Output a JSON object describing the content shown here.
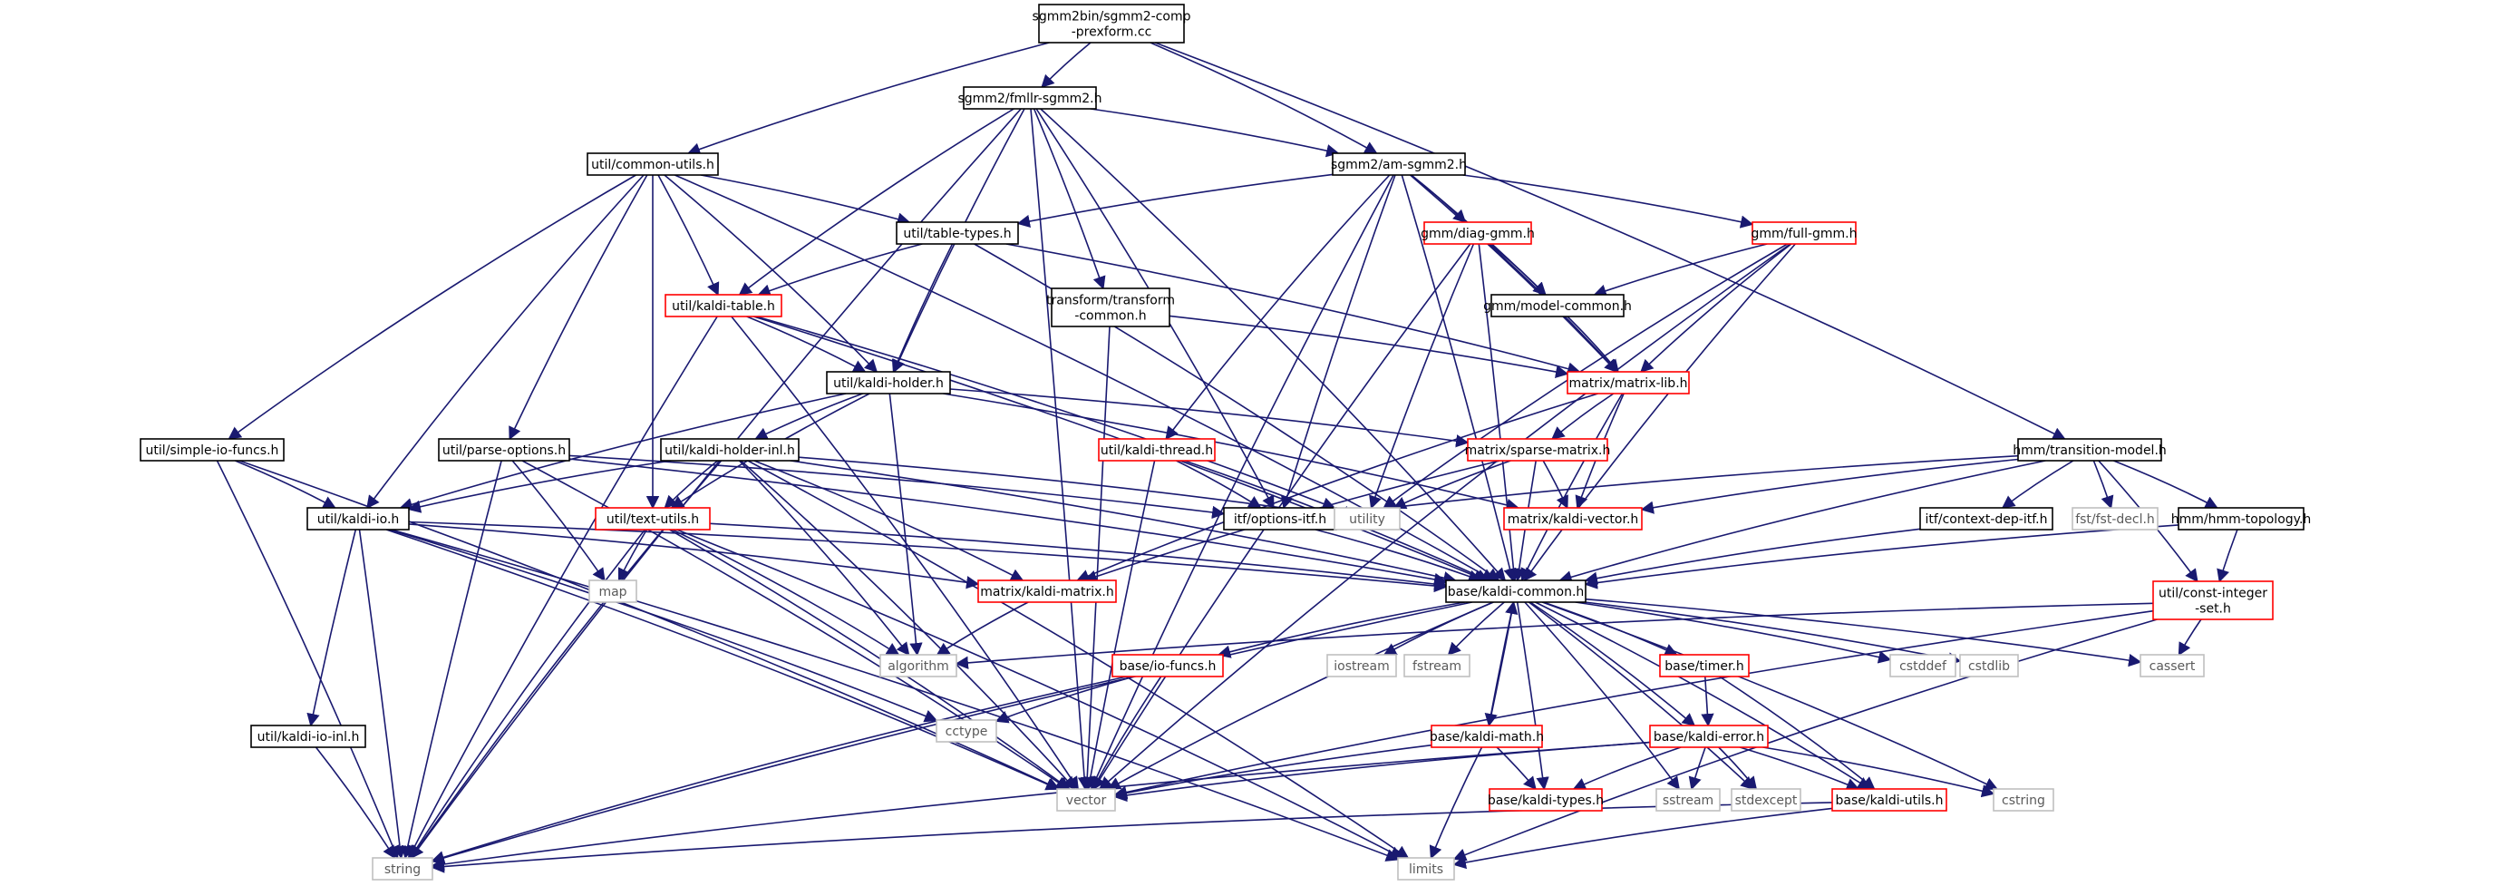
{
  "colors": {
    "edge": "#191970",
    "root_fill": "#bfbfbf",
    "root_stroke": "#000000",
    "documented_stroke": "#000000",
    "truncated_stroke": "#ff0000",
    "system_stroke": "#bfbfbf",
    "label": "#000000",
    "system_label": "#5a5a5a"
  },
  "nodes": {
    "sgmm2_comp_prexform": {
      "label": [
        "sgmm2bin/sgmm2-comp",
        "-prexform.cc"
      ],
      "kind": "root"
    },
    "fmllr_sgmm2": {
      "label": [
        "sgmm2/fmllr-sgmm2.h"
      ],
      "kind": "doc"
    },
    "am_sgmm2": {
      "label": [
        "sgmm2/am-sgmm2.h"
      ],
      "kind": "doc"
    },
    "common_utils": {
      "label": [
        "util/common-utils.h"
      ],
      "kind": "doc"
    },
    "table_types": {
      "label": [
        "util/table-types.h"
      ],
      "kind": "doc"
    },
    "kaldi_table": {
      "label": [
        "util/kaldi-table.h"
      ],
      "kind": "trunc"
    },
    "transform_common": {
      "label": [
        "transform/transform",
        "-common.h"
      ],
      "kind": "doc"
    },
    "kaldi_holder": {
      "label": [
        "util/kaldi-holder.h"
      ],
      "kind": "doc"
    },
    "diag_gmm": {
      "label": [
        "gmm/diag-gmm.h"
      ],
      "kind": "trunc"
    },
    "model_common": {
      "label": [
        "gmm/model-common.h"
      ],
      "kind": "doc"
    },
    "full_gmm": {
      "label": [
        "gmm/full-gmm.h"
      ],
      "kind": "trunc"
    },
    "matrix_lib": {
      "label": [
        "matrix/matrix-lib.h"
      ],
      "kind": "trunc"
    },
    "simple_io_funcs": {
      "label": [
        "util/simple-io-funcs.h"
      ],
      "kind": "doc"
    },
    "parse_options": {
      "label": [
        "util/parse-options.h"
      ],
      "kind": "doc"
    },
    "kaldi_holder_inl": {
      "label": [
        "util/kaldi-holder-inl.h"
      ],
      "kind": "doc"
    },
    "kaldi_thread": {
      "label": [
        "util/kaldi-thread.h"
      ],
      "kind": "trunc"
    },
    "sparse_matrix": {
      "label": [
        "matrix/sparse-matrix.h"
      ],
      "kind": "trunc"
    },
    "transition_model": {
      "label": [
        "hmm/transition-model.h"
      ],
      "kind": "doc"
    },
    "kaldi_io": {
      "label": [
        "util/kaldi-io.h"
      ],
      "kind": "doc"
    },
    "text_utils": {
      "label": [
        "util/text-utils.h"
      ],
      "kind": "trunc"
    },
    "options_itf": {
      "label": [
        "itf/options-itf.h"
      ],
      "kind": "doc"
    },
    "utility": {
      "label": [
        "utility"
      ],
      "kind": "sys"
    },
    "kaldi_vector": {
      "label": [
        "matrix/kaldi-vector.h"
      ],
      "kind": "trunc"
    },
    "context_dep_itf": {
      "label": [
        "itf/context-dep-itf.h"
      ],
      "kind": "doc"
    },
    "fst_decl": {
      "label": [
        "fst/fst-decl.h"
      ],
      "kind": "sys"
    },
    "hmm_topology": {
      "label": [
        "hmm/hmm-topology.h"
      ],
      "kind": "doc"
    },
    "map": {
      "label": [
        "map"
      ],
      "kind": "sys"
    },
    "kaldi_matrix": {
      "label": [
        "matrix/kaldi-matrix.h"
      ],
      "kind": "trunc"
    },
    "kaldi_common": {
      "label": [
        "base/kaldi-common.h"
      ],
      "kind": "doc"
    },
    "const_integer_set": {
      "label": [
        "util/const-integer",
        "-set.h"
      ],
      "kind": "trunc"
    },
    "algorithm": {
      "label": [
        "algorithm"
      ],
      "kind": "sys"
    },
    "iostream": {
      "label": [
        "iostream"
      ],
      "kind": "sys"
    },
    "fstream": {
      "label": [
        "fstream"
      ],
      "kind": "sys"
    },
    "cstddef": {
      "label": [
        "cstddef"
      ],
      "kind": "sys"
    },
    "cstdlib": {
      "label": [
        "cstdlib"
      ],
      "kind": "sys"
    },
    "cassert": {
      "label": [
        "cassert"
      ],
      "kind": "sys"
    },
    "io_funcs": {
      "label": [
        "base/io-funcs.h"
      ],
      "kind": "trunc"
    },
    "timer": {
      "label": [
        "base/timer.h"
      ],
      "kind": "trunc"
    },
    "cctype": {
      "label": [
        "cctype"
      ],
      "kind": "sys"
    },
    "kaldi_io_inl": {
      "label": [
        "util/kaldi-io-inl.h"
      ],
      "kind": "doc"
    },
    "kaldi_math": {
      "label": [
        "base/kaldi-math.h"
      ],
      "kind": "trunc"
    },
    "kaldi_error": {
      "label": [
        "base/kaldi-error.h"
      ],
      "kind": "trunc"
    },
    "vector": {
      "label": [
        "vector"
      ],
      "kind": "sys"
    },
    "kaldi_types": {
      "label": [
        "base/kaldi-types.h"
      ],
      "kind": "trunc"
    },
    "sstream": {
      "label": [
        "sstream"
      ],
      "kind": "sys"
    },
    "stdexcept": {
      "label": [
        "stdexcept"
      ],
      "kind": "sys"
    },
    "kaldi_utils": {
      "label": [
        "base/kaldi-utils.h"
      ],
      "kind": "trunc"
    },
    "cstring": {
      "label": [
        "cstring"
      ],
      "kind": "sys"
    },
    "string": {
      "label": [
        "string"
      ],
      "kind": "sys"
    },
    "limits": {
      "label": [
        "limits"
      ],
      "kind": "sys"
    }
  },
  "edges": [
    [
      "sgmm2_comp_prexform",
      "fmllr_sgmm2"
    ],
    [
      "sgmm2_comp_prexform",
      "am_sgmm2"
    ],
    [
      "sgmm2_comp_prexform",
      "common_utils"
    ],
    [
      "sgmm2_comp_prexform",
      "transition_model"
    ],
    [
      "fmllr_sgmm2",
      "am_sgmm2"
    ],
    [
      "fmllr_sgmm2",
      "transform_common"
    ],
    [
      "fmllr_sgmm2",
      "kaldi_table"
    ],
    [
      "fmllr_sgmm2",
      "kaldi_holder"
    ],
    [
      "fmllr_sgmm2",
      "options_itf"
    ],
    [
      "fmllr_sgmm2",
      "kaldi_common"
    ],
    [
      "fmllr_sgmm2",
      "string"
    ],
    [
      "fmllr_sgmm2",
      "vector"
    ],
    [
      "am_sgmm2",
      "table_types"
    ],
    [
      "am_sgmm2",
      "diag_gmm"
    ],
    [
      "am_sgmm2",
      "model_common"
    ],
    [
      "am_sgmm2",
      "full_gmm"
    ],
    [
      "am_sgmm2",
      "matrix_lib"
    ],
    [
      "am_sgmm2",
      "kaldi_thread"
    ],
    [
      "am_sgmm2",
      "options_itf"
    ],
    [
      "am_sgmm2",
      "kaldi_common"
    ],
    [
      "am_sgmm2",
      "vector"
    ],
    [
      "common_utils",
      "table_types"
    ],
    [
      "common_utils",
      "kaldi_table"
    ],
    [
      "common_utils",
      "kaldi_holder"
    ],
    [
      "common_utils",
      "simple_io_funcs"
    ],
    [
      "common_utils",
      "parse_options"
    ],
    [
      "common_utils",
      "kaldi_io"
    ],
    [
      "common_utils",
      "text_utils"
    ],
    [
      "common_utils",
      "kaldi_common"
    ],
    [
      "table_types",
      "kaldi_table"
    ],
    [
      "table_types",
      "kaldi_holder"
    ],
    [
      "table_types",
      "matrix_lib"
    ],
    [
      "table_types",
      "kaldi_common"
    ],
    [
      "kaldi_table",
      "kaldi_holder"
    ],
    [
      "kaldi_table",
      "string"
    ],
    [
      "kaldi_table",
      "vector"
    ],
    [
      "kaldi_table",
      "utility"
    ],
    [
      "kaldi_table",
      "kaldi_common"
    ],
    [
      "transform_common",
      "matrix_lib"
    ],
    [
      "transform_common",
      "vector"
    ],
    [
      "kaldi_holder",
      "kaldi_holder_inl"
    ],
    [
      "kaldi_holder",
      "kaldi_io"
    ],
    [
      "kaldi_holder",
      "text_utils"
    ],
    [
      "kaldi_holder",
      "sparse_matrix"
    ],
    [
      "kaldi_holder",
      "kaldi_vector"
    ],
    [
      "kaldi_holder",
      "algorithm"
    ],
    [
      "diag_gmm",
      "model_common"
    ],
    [
      "diag_gmm",
      "matrix_lib"
    ],
    [
      "diag_gmm",
      "utility"
    ],
    [
      "diag_gmm",
      "kaldi_common"
    ],
    [
      "diag_gmm",
      "vector"
    ],
    [
      "model_common",
      "matrix_lib"
    ],
    [
      "full_gmm",
      "model_common"
    ],
    [
      "full_gmm",
      "matrix_lib"
    ],
    [
      "full_gmm",
      "utility"
    ],
    [
      "full_gmm",
      "kaldi_common"
    ],
    [
      "full_gmm",
      "vector"
    ],
    [
      "matrix_lib",
      "sparse_matrix"
    ],
    [
      "matrix_lib",
      "kaldi_vector"
    ],
    [
      "matrix_lib",
      "kaldi_matrix"
    ],
    [
      "matrix_lib",
      "kaldi_common"
    ],
    [
      "simple_io_funcs",
      "kaldi_io"
    ],
    [
      "simple_io_funcs",
      "string"
    ],
    [
      "simple_io_funcs",
      "vector"
    ],
    [
      "parse_options",
      "options_itf"
    ],
    [
      "parse_options",
      "map"
    ],
    [
      "parse_options",
      "string"
    ],
    [
      "parse_options",
      "vector"
    ],
    [
      "parse_options",
      "kaldi_common"
    ],
    [
      "kaldi_holder_inl",
      "kaldi_io"
    ],
    [
      "kaldi_holder_inl",
      "text_utils"
    ],
    [
      "kaldi_holder_inl",
      "kaldi_matrix"
    ],
    [
      "kaldi_holder_inl",
      "kaldi_common"
    ],
    [
      "kaldi_holder_inl",
      "utility"
    ],
    [
      "kaldi_holder_inl",
      "algorithm"
    ],
    [
      "kaldi_holder_inl",
      "limits"
    ],
    [
      "kaldi_holder_inl",
      "vector"
    ],
    [
      "kaldi_holder_inl",
      "string"
    ],
    [
      "kaldi_thread",
      "options_itf"
    ],
    [
      "kaldi_thread",
      "kaldi_common"
    ],
    [
      "kaldi_thread",
      "vector"
    ],
    [
      "sparse_matrix",
      "utility"
    ],
    [
      "sparse_matrix",
      "kaldi_vector"
    ],
    [
      "sparse_matrix",
      "kaldi_matrix"
    ],
    [
      "sparse_matrix",
      "kaldi_common"
    ],
    [
      "transition_model",
      "kaldi_vector"
    ],
    [
      "transition_model",
      "options_itf"
    ],
    [
      "transition_model",
      "context_dep_itf"
    ],
    [
      "transition_model",
      "fst_decl"
    ],
    [
      "transition_model",
      "hmm_topology"
    ],
    [
      "transition_model",
      "const_integer_set"
    ],
    [
      "transition_model",
      "kaldi_common"
    ],
    [
      "kaldi_io",
      "kaldi_common"
    ],
    [
      "kaldi_io",
      "kaldi_matrix"
    ],
    [
      "kaldi_io",
      "kaldi_io_inl"
    ],
    [
      "kaldi_io",
      "cctype"
    ],
    [
      "kaldi_io",
      "string"
    ],
    [
      "kaldi_io",
      "vector"
    ],
    [
      "kaldi_io",
      "limits"
    ],
    [
      "text_utils",
      "map"
    ],
    [
      "text_utils",
      "algorithm"
    ],
    [
      "text_utils",
      "kaldi_common"
    ],
    [
      "text_utils",
      "string"
    ],
    [
      "text_utils",
      "vector"
    ],
    [
      "text_utils",
      "limits"
    ],
    [
      "options_itf",
      "kaldi_common"
    ],
    [
      "context_dep_itf",
      "kaldi_common"
    ],
    [
      "hmm_topology",
      "kaldi_common"
    ],
    [
      "hmm_topology",
      "const_integer_set"
    ],
    [
      "kaldi_matrix",
      "algorithm"
    ],
    [
      "kaldi_common",
      "iostream"
    ],
    [
      "kaldi_common",
      "fstream"
    ],
    [
      "kaldi_common",
      "cstddef"
    ],
    [
      "kaldi_common",
      "cstdlib"
    ],
    [
      "kaldi_common",
      "cassert"
    ],
    [
      "kaldi_common",
      "cstring"
    ],
    [
      "kaldi_common",
      "io_funcs"
    ],
    [
      "kaldi_common",
      "timer"
    ],
    [
      "kaldi_common",
      "kaldi_math"
    ],
    [
      "kaldi_common",
      "kaldi_error"
    ],
    [
      "kaldi_common",
      "kaldi_types"
    ],
    [
      "kaldi_common",
      "kaldi_utils"
    ],
    [
      "kaldi_common",
      "sstream"
    ],
    [
      "kaldi_common",
      "stdexcept"
    ],
    [
      "kaldi_common",
      "vector"
    ],
    [
      "kaldi_common",
      "string"
    ],
    [
      "const_integer_set",
      "algorithm"
    ],
    [
      "const_integer_set",
      "cassert"
    ],
    [
      "const_integer_set",
      "limits"
    ],
    [
      "const_integer_set",
      "vector"
    ],
    [
      "io_funcs",
      "cctype"
    ],
    [
      "io_funcs",
      "vector"
    ],
    [
      "io_funcs",
      "string"
    ],
    [
      "timer",
      "kaldi_error"
    ],
    [
      "timer",
      "kaldi_utils"
    ],
    [
      "kaldi_io_inl",
      "string"
    ],
    [
      "kaldi_math",
      "kaldi_types"
    ],
    [
      "kaldi_math",
      "kaldi_common"
    ],
    [
      "kaldi_math",
      "vector"
    ],
    [
      "kaldi_math",
      "limits"
    ],
    [
      "kaldi_error",
      "kaldi_types"
    ],
    [
      "kaldi_error",
      "kaldi_utils"
    ],
    [
      "kaldi_error",
      "sstream"
    ],
    [
      "kaldi_error",
      "stdexcept"
    ],
    [
      "kaldi_error",
      "cstring"
    ],
    [
      "kaldi_error",
      "vector"
    ],
    [
      "kaldi_error",
      "string"
    ],
    [
      "kaldi_utils",
      "string"
    ],
    [
      "kaldi_utils",
      "limits"
    ]
  ]
}
